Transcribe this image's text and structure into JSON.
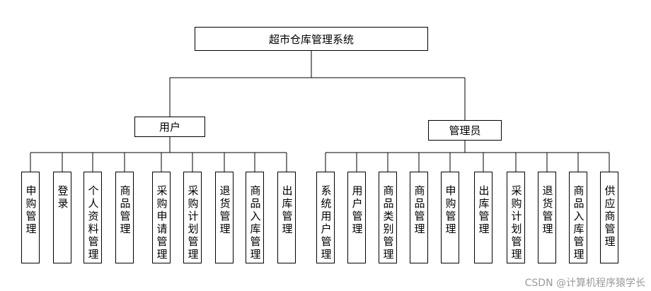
{
  "root": {
    "label": "超市仓库管理系统"
  },
  "groups": [
    {
      "label": "用户",
      "children": [
        "申购管理",
        "登录",
        "个人资料管理",
        "商品管理",
        "采购申请管理",
        "采购计划管理",
        "退货管理",
        "商品入库管理",
        "出库管理"
      ]
    },
    {
      "label": "管理员",
      "children": [
        "系统用户管理",
        "用户管理",
        "商品类别管理",
        "商品管理",
        "申购管理",
        "出库管理",
        "采购计划管理",
        "退货管理",
        "商品入库管理",
        "供应商管理"
      ]
    }
  ],
  "watermark": "CSDN @计算机程序猿学长"
}
